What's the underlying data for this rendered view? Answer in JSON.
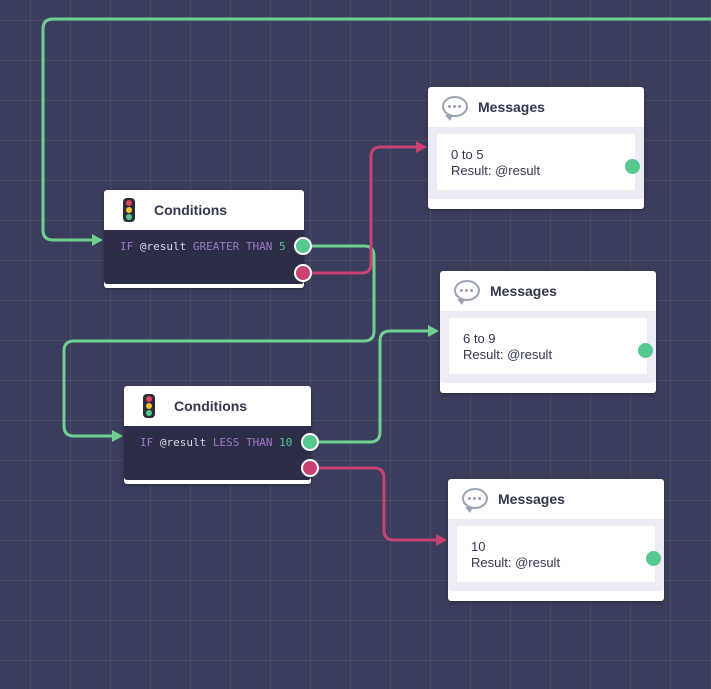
{
  "canvas": {
    "colors": {
      "background": "#3b3d5c",
      "true_wire": "#6fcf8f",
      "false_wire": "#c84372"
    }
  },
  "nodes": {
    "condition_1": {
      "title": "Conditions",
      "icon": "traffic-light-icon",
      "kw_if": "IF",
      "variable": "@result",
      "operator": "GREATER THAN",
      "value": "5"
    },
    "condition_2": {
      "title": "Conditions",
      "icon": "traffic-light-icon",
      "kw_if": "IF",
      "variable": "@result",
      "operator": "LESS THAN",
      "value": "10"
    },
    "message_1": {
      "title": "Messages",
      "icon": "chat-bubble-icon",
      "line1": "0 to 5",
      "line2": "Result:  @result"
    },
    "message_2": {
      "title": "Messages",
      "icon": "chat-bubble-icon",
      "line1": "6 to 9",
      "line2": "Result:  @result"
    },
    "message_3": {
      "title": "Messages",
      "icon": "chat-bubble-icon",
      "line1": "10",
      "line2": "Result:  @result"
    }
  }
}
